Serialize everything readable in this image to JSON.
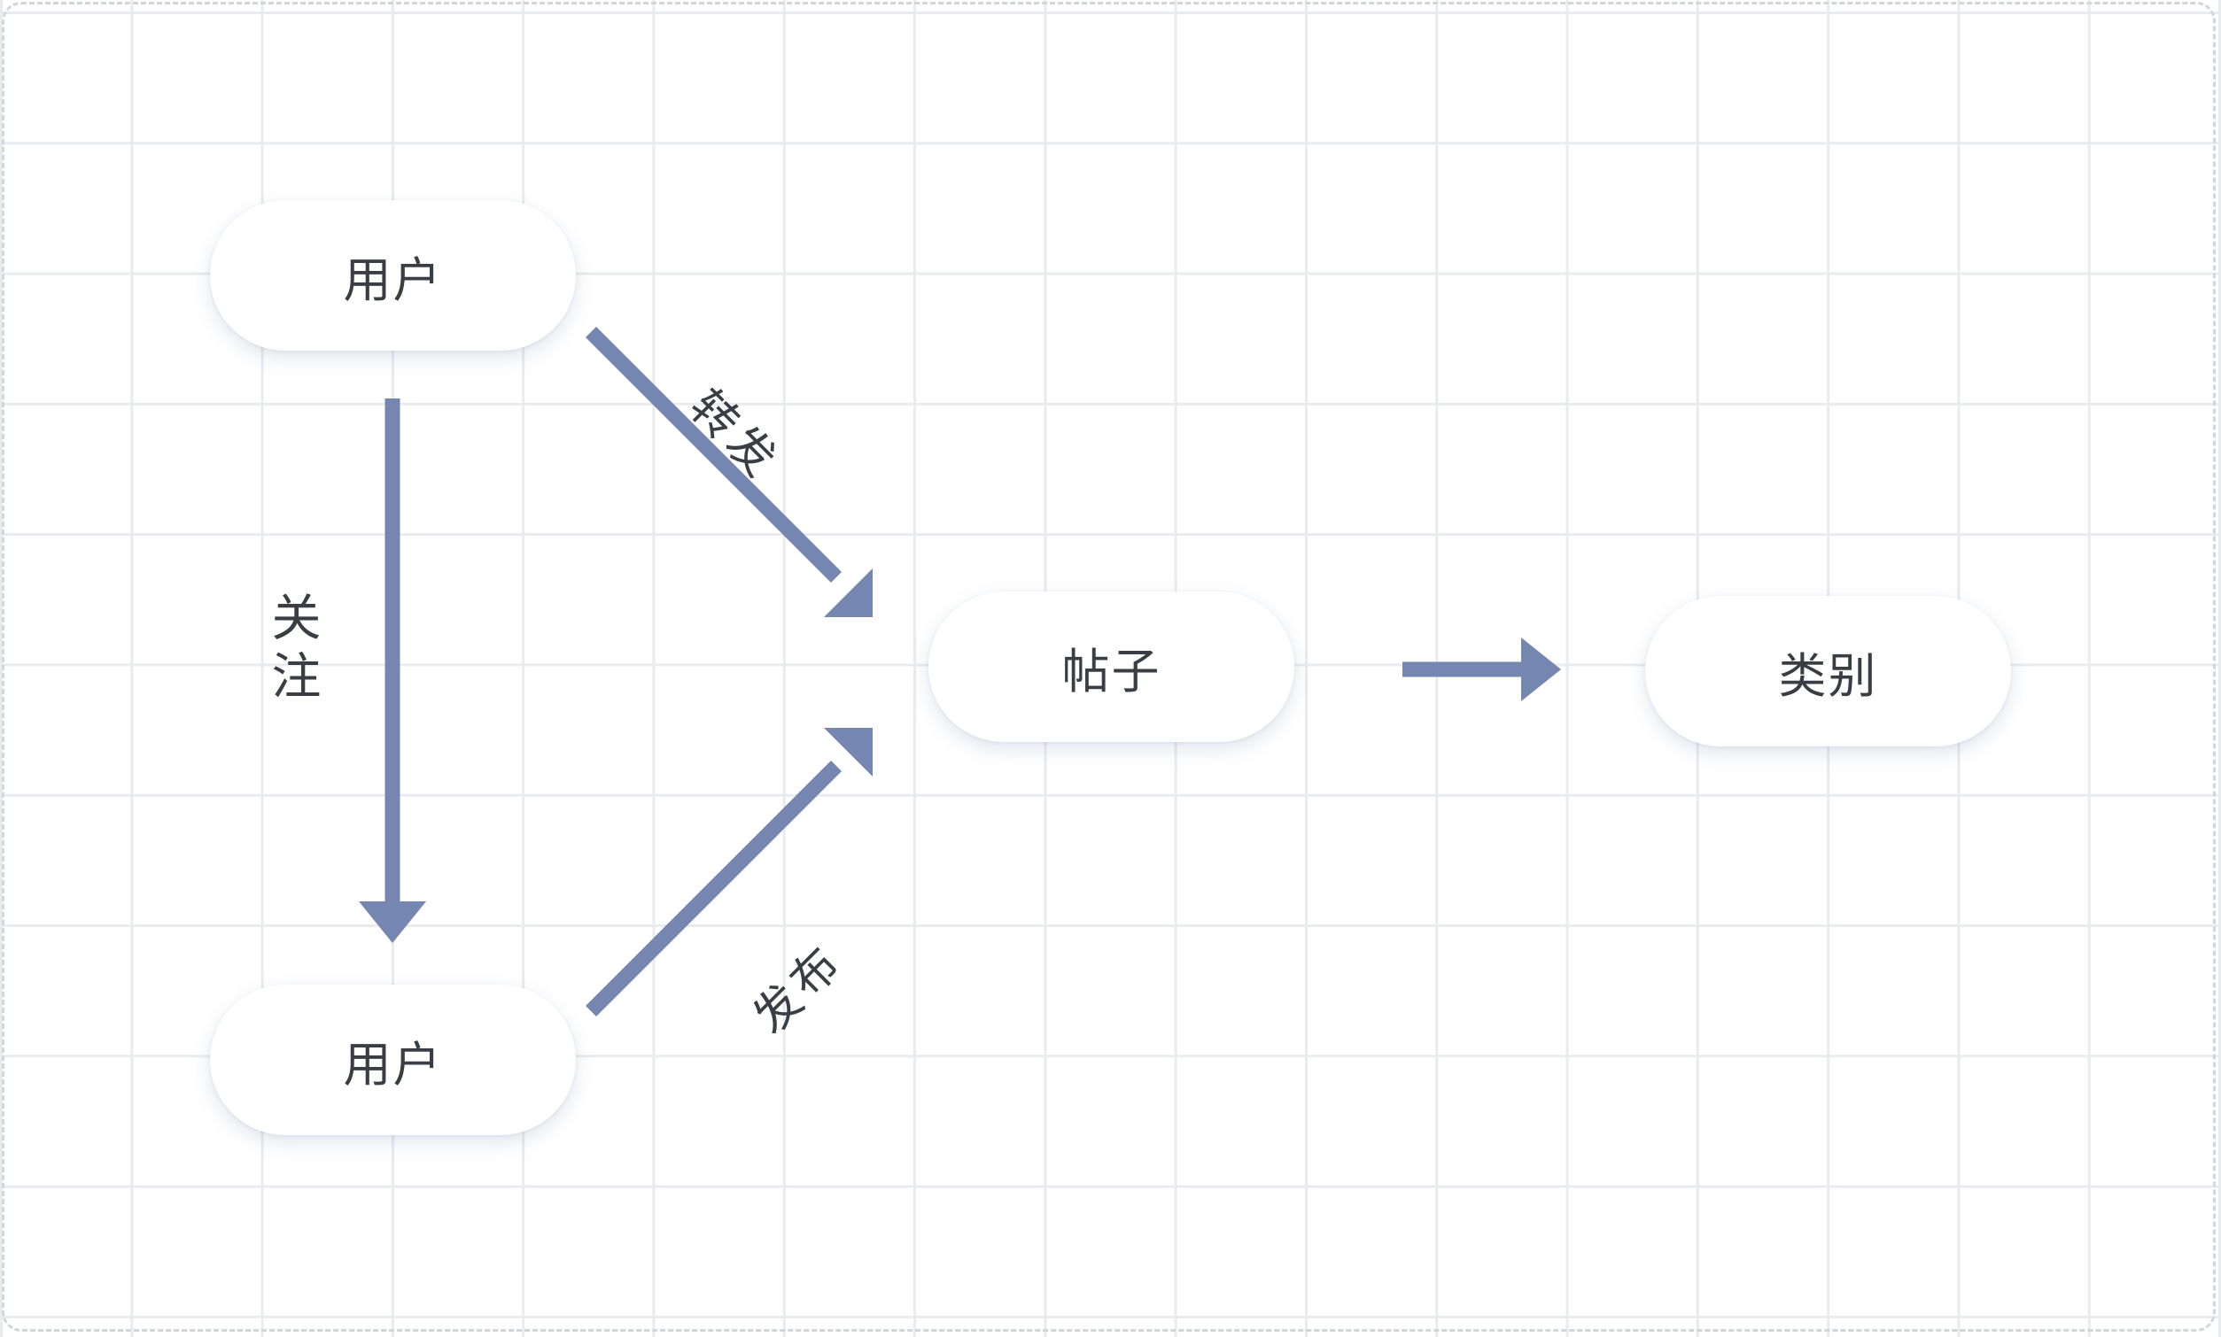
{
  "diagram": {
    "nodes": {
      "user_top": "用户",
      "user_bottom": "用户",
      "post": "帖子",
      "category": "类别"
    },
    "edges": {
      "follow": "关注",
      "repost": "转发",
      "publish": "发布"
    },
    "colors": {
      "arrow": "#7586b0",
      "grid": "#e9ebef",
      "node_text": "#3a3d44",
      "border": "#d2d5da"
    }
  }
}
